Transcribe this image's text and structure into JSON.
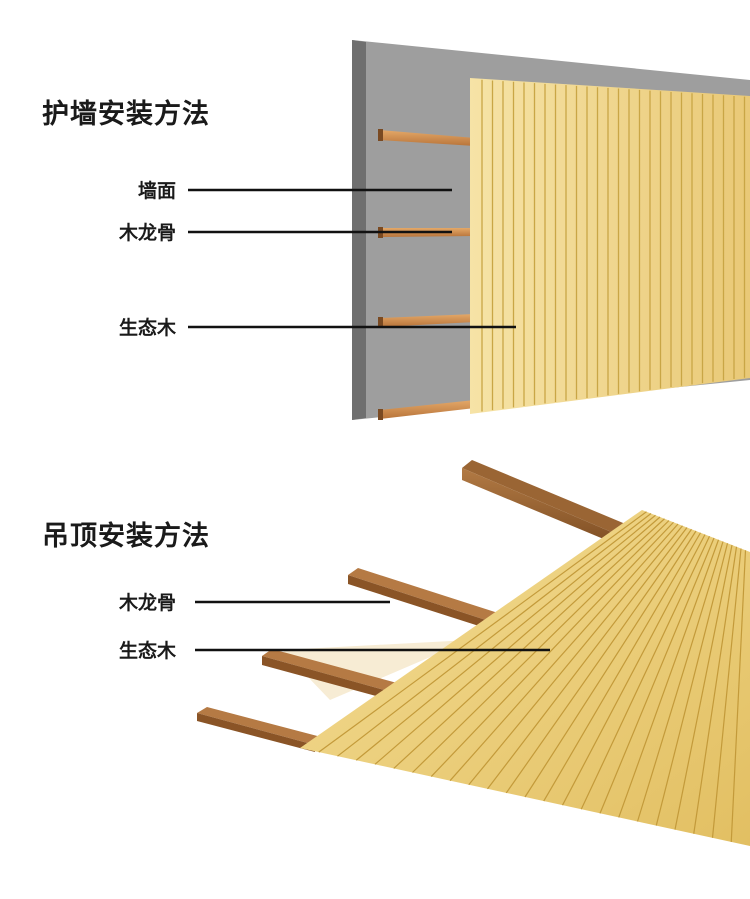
{
  "wall_section": {
    "title": "护墙安装方法",
    "labels": {
      "wall": "墙面",
      "keel": "木龙骨",
      "panel": "生态木"
    }
  },
  "ceiling_section": {
    "title": "吊顶安装方法",
    "labels": {
      "keel": "木龙骨",
      "panel": "生态木"
    }
  },
  "colors": {
    "wall_gray": "#9a9a9a",
    "wall_edge": "#6e6e6e",
    "panel_yellow": "#f2d98e",
    "panel_groove": "#c9a646",
    "keel_wood": "#c98a4a",
    "keel_dark": "#7a4a22",
    "leader_line": "#111111"
  }
}
